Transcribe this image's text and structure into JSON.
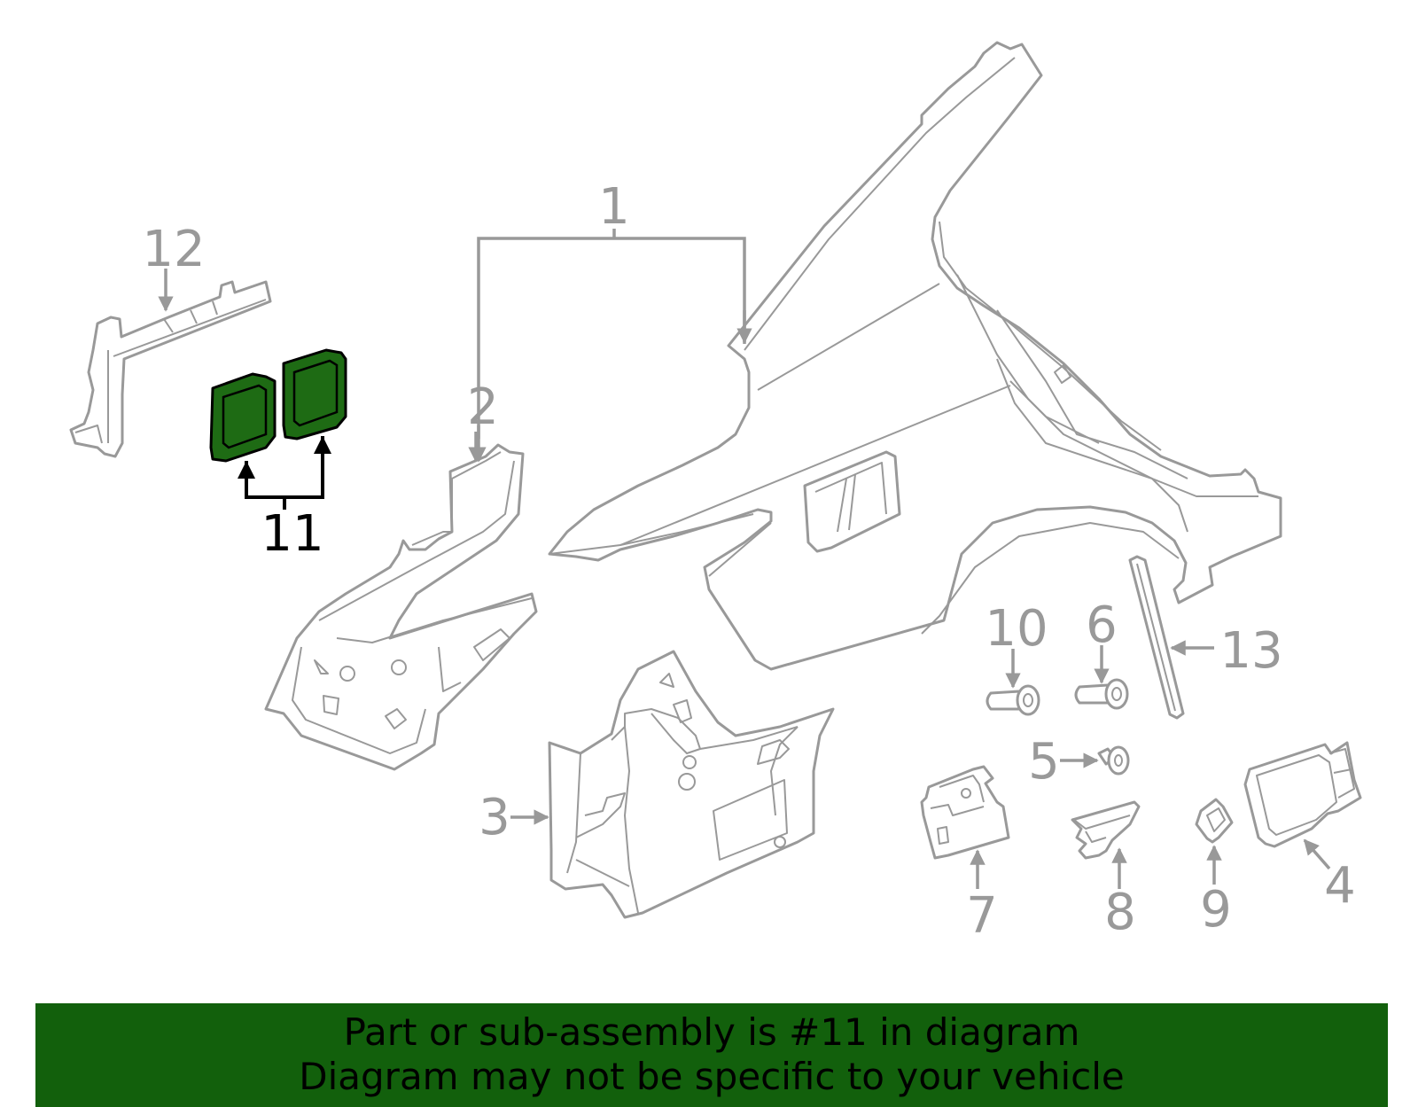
{
  "callouts": {
    "c1": "1",
    "c2": "2",
    "c3": "3",
    "c4": "4",
    "c5": "5",
    "c6": "6",
    "c7": "7",
    "c8": "8",
    "c9": "9",
    "c10": "10",
    "c11": "11",
    "c12": "12",
    "c13": "13"
  },
  "highlighted_part": "11",
  "colors": {
    "part_outline": "#999999",
    "highlight_fill": "#1e6b14",
    "banner_background": "#12600c"
  },
  "banner": {
    "line1": "Part or sub-assembly is #11 in diagram",
    "line2": "Diagram may not be specific to your vehicle"
  }
}
